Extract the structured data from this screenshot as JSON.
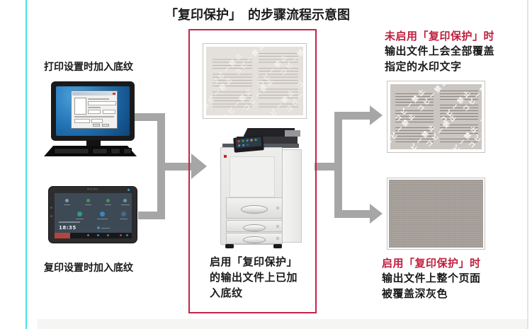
{
  "title": "「复印保护」　的步骤流程示意图",
  "left": {
    "print_label": "打印设置时加入底纹",
    "copy_label": "复印设置时加入底纹",
    "tablet": {
      "brand": "RICOH",
      "time": "18:35"
    }
  },
  "center": {
    "caption": "启用「复印保护」\n的输出文件上已加\n入底纹",
    "watermark_text": "コピー禁止"
  },
  "right_top": {
    "title": "未启用「复印保护」时",
    "body": "输出文件上会全部覆盖\n指定的水印文字",
    "watermark_text": "コピー禁止"
  },
  "right_bottom": {
    "title": "启用「复印保护」时",
    "body": "输出文件上整个页面\n被覆盖深灰色"
  },
  "colors": {
    "accent_red": "#c42449",
    "red_text": "#bf1f3e",
    "arrow_gray": "#a6a6a6",
    "cyan_line": "#45e3e3"
  }
}
